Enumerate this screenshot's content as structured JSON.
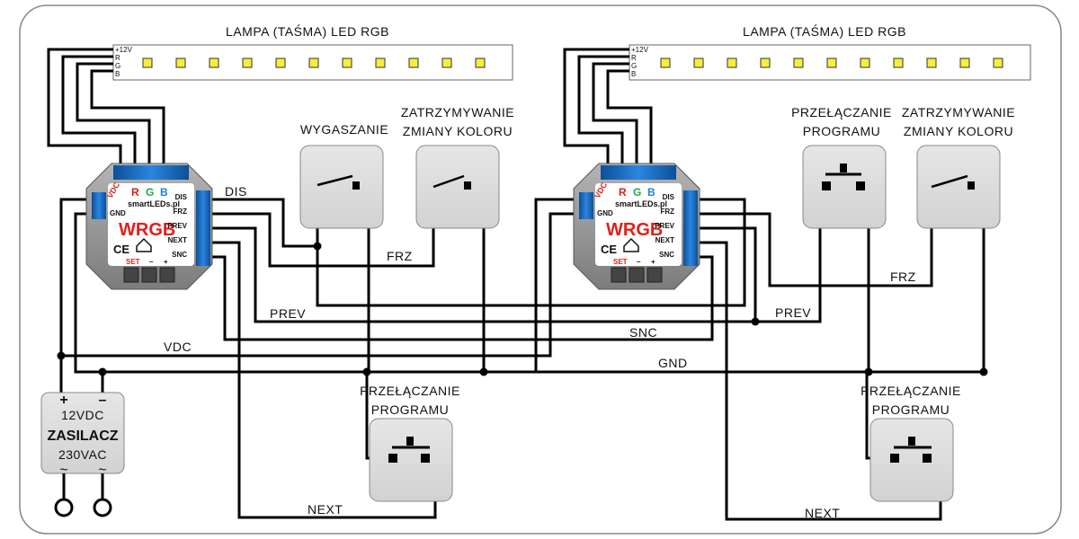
{
  "left": {
    "strip": {
      "title": "LAMPA (TAŚMA) LED RGB",
      "pins": [
        "+12V",
        "R",
        "G",
        "B"
      ]
    },
    "controller": {
      "pins_top": [
        "VDC",
        "R",
        "G",
        "B"
      ],
      "pin_gnd": "GND",
      "pins_right": [
        "DIS",
        "FRZ",
        "PREV",
        "NEXT",
        "SNC"
      ],
      "brand": "smartLEDs.pl",
      "model": "WRGB",
      "ce": "CE",
      "set": "SET",
      "minus": "–",
      "plus": "+"
    },
    "switch1": {
      "line1": "WYGASZANIE",
      "line2": ""
    },
    "switch2": {
      "line1": "ZATRZYMYWANIE",
      "line2": "ZMIANY KOLORU"
    },
    "button_bottom": {
      "line1": "PRZEŁĄCZANIE",
      "line2": "PROGRAMU"
    },
    "wire_labels": {
      "dis": "DIS",
      "frz": "FRZ",
      "prev": "PREV",
      "vdc": "VDC",
      "next": "NEXT"
    }
  },
  "right": {
    "strip": {
      "title": "LAMPA (TAŚMA) LED RGB",
      "pins": [
        "+12V",
        "R",
        "G",
        "B"
      ]
    },
    "controller": {
      "pins_top": [
        "VDC",
        "R",
        "G",
        "B"
      ],
      "pin_gnd": "GND",
      "pins_right": [
        "DIS",
        "FRZ",
        "PREV",
        "NEXT",
        "SNC"
      ],
      "brand": "smartLEDs.pl",
      "model": "WRGB",
      "ce": "CE",
      "set": "SET",
      "minus": "–",
      "plus": "+"
    },
    "button_top": {
      "line1": "PRZEŁĄCZANIE",
      "line2": "PROGRAMU"
    },
    "switch2": {
      "line1": "ZATRZYMYWANIE",
      "line2": "ZMIANY KOLORU"
    },
    "button_bottom": {
      "line1": "PRZEŁĄCZANIE",
      "line2": "PROGRAMU"
    },
    "wire_labels": {
      "frz": "FRZ",
      "prev": "PREV",
      "snc": "SNC",
      "gnd": "GND",
      "next": "NEXT"
    }
  },
  "psu": {
    "plus": "+",
    "minus": "–",
    "out": "12VDC",
    "name": "ZASILACZ",
    "in": "230VAC",
    "ac1": "~",
    "ac2": "~"
  },
  "colors": {
    "wire": "#000000",
    "led": "#f5ee3a",
    "box": "#dcdcdc",
    "controller": "#9a9a9a",
    "terminal": "#1565b8",
    "red": "#e0201b",
    "green": "#21a84a",
    "blue": "#1e7fd8"
  }
}
